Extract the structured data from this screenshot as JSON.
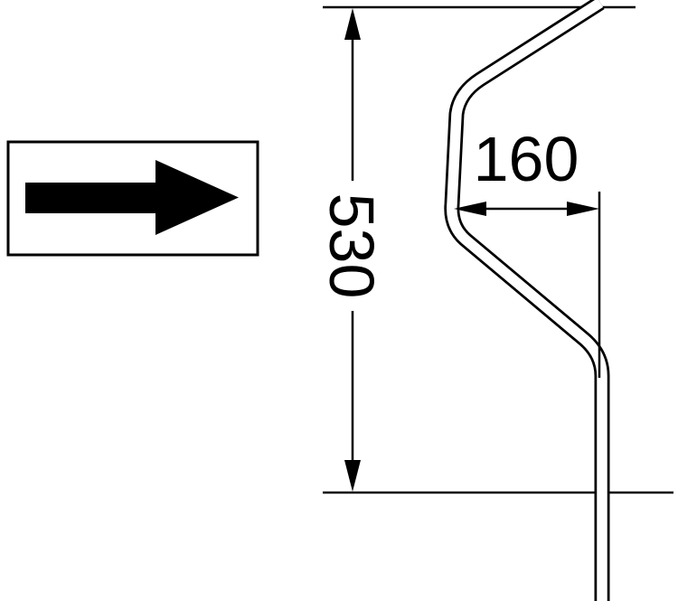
{
  "diagram": {
    "type": "technical-drawing",
    "description": "bent-tube-profile-with-dimensions",
    "dimension_labels": {
      "vertical": "530",
      "horizontal": "160"
    },
    "direction_indicator": {
      "icon": "right-arrow-icon"
    },
    "colors": {
      "line": "#000000",
      "fill": "#000000",
      "background": "#ffffff"
    }
  }
}
